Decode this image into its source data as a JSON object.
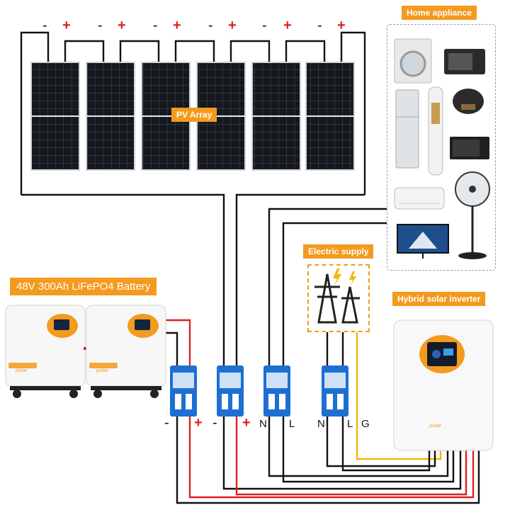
{
  "labels": {
    "home_appliance": "Home appliance",
    "pv_array": "PV Array",
    "electric_supply": "Electric supply",
    "battery": "48V 300Ah LiFePO4 Battery",
    "inverter": "Hybrid solar inverter"
  },
  "panel_polarity": {
    "neg": "-",
    "pos": "+"
  },
  "breaker_terminals": [
    "-",
    "+",
    "-",
    "+",
    "N",
    "L",
    "N",
    "L",
    "G"
  ],
  "brand_text": "jsolar",
  "appliances": [
    "washing-machine",
    "toaster-oven",
    "refrigerator",
    "rice-cooker",
    "air-conditioner-tower",
    "microwave",
    "stand-fan",
    "split-air-conditioner",
    "television"
  ],
  "colors": {
    "accent": "#f39a1f",
    "wire_neg": "#111111",
    "wire_pos": "#e02020",
    "wire_ground": "#f2b705",
    "breaker": "#1d6fd1",
    "panel_cell": "#15181d"
  }
}
